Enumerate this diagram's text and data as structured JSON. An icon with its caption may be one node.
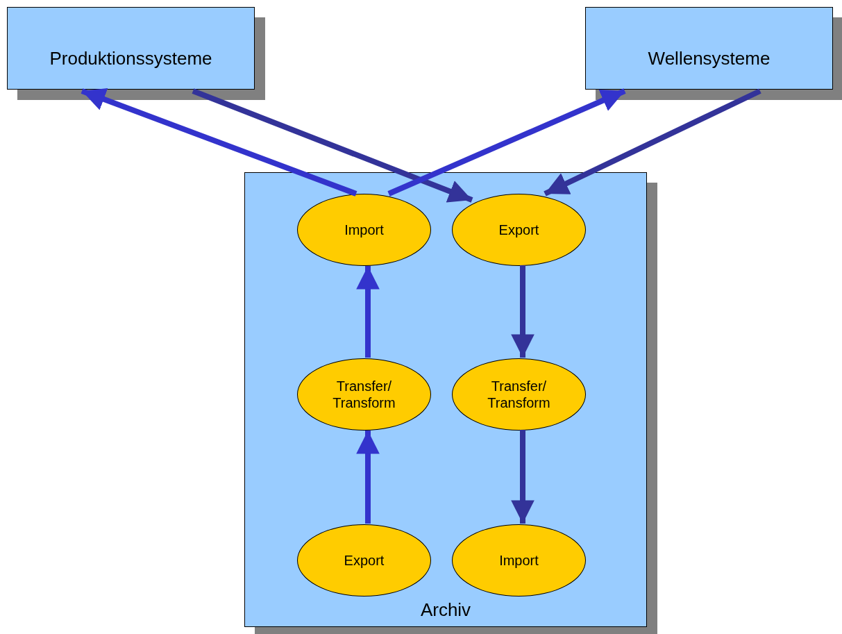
{
  "diagram": {
    "nodes": [
      {
        "text": [
          "Produktionssysteme"
        ]
      },
      {
        "text": [
          "Wellensysteme"
        ]
      },
      {
        "text": [
          "Archiv"
        ]
      },
      {
        "text": [
          "Import"
        ],
        "in": 2
      },
      {
        "text": [
          "Export"
        ],
        "in": 2
      },
      {
        "text": [
          "Transfer/ Transform"
        ],
        "in": 2
      },
      {
        "text": [
          "Transfer/ Transform"
        ],
        "in": 2
      },
      {
        "text": [
          "Export"
        ],
        "in": 2
      },
      {
        "text": [
          "Import"
        ],
        "in": 2
      }
    ],
    "edges": [
      {
        "from": 3,
        "to": 0,
        "arrow": "to",
        "color": "#3333cc"
      },
      {
        "from": 0,
        "to": 4,
        "arrow": "to",
        "color": "#333399"
      },
      {
        "from": 3,
        "to": 1,
        "arrow": "to",
        "color": "#3333cc"
      },
      {
        "from": 1,
        "to": 4,
        "arrow": "to",
        "color": "#333399"
      },
      {
        "from": 5,
        "to": 3,
        "arrow": "to",
        "color": "#3333cc"
      },
      {
        "from": 7,
        "to": 5,
        "arrow": "to",
        "color": "#3333cc"
      },
      {
        "from": 4,
        "to": 6,
        "arrow": "to",
        "color": "#333399"
      },
      {
        "from": 6,
        "to": 8,
        "arrow": "to",
        "color": "#333399"
      }
    ]
  }
}
